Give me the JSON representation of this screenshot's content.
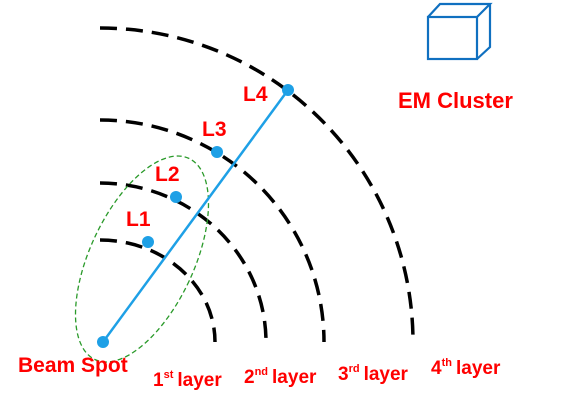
{
  "diagram": {
    "cluster_label": "EM Cluster",
    "beam_spot_label": "Beam Spot",
    "hits": [
      {
        "label": "L1"
      },
      {
        "label": "L2"
      },
      {
        "label": "L3"
      },
      {
        "label": "L4"
      }
    ],
    "layers": [
      {
        "num": "1",
        "sup": "st",
        "word": "layer"
      },
      {
        "num": "2",
        "sup": "nd",
        "word": "layer"
      },
      {
        "num": "3",
        "sup": "rd",
        "word": "layer"
      },
      {
        "num": "4",
        "sup": "th",
        "word": "layer"
      }
    ],
    "colors": {
      "label_red": "#ff0000",
      "track_blue": "#1ea0e6",
      "hit_blue": "#1ea0e6",
      "cluster_blue": "#1070c0",
      "arc_black": "#000000",
      "ellipse_green": "#2a9a2a"
    }
  }
}
